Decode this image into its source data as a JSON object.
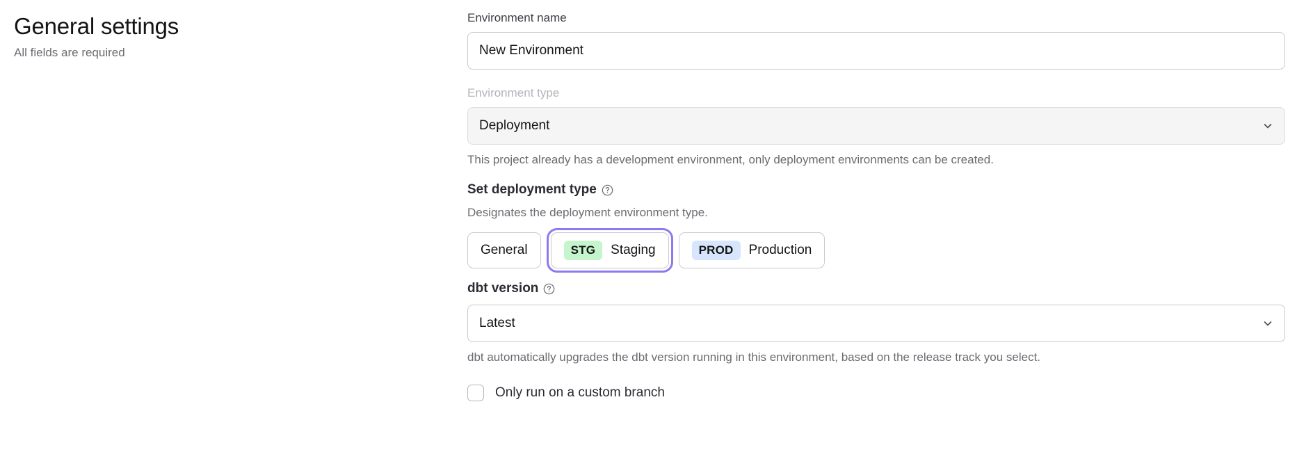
{
  "header": {
    "title": "General settings",
    "subtitle": "All fields are required"
  },
  "form": {
    "environment_name": {
      "label": "Environment name",
      "value": "New Environment",
      "placeholder": "Environment name"
    },
    "environment_type": {
      "label": "Environment type",
      "value": "Deployment",
      "helper": "This project already has a development environment, only deployment environments can be created.",
      "disabled": true,
      "chevron_icon": "chevron-down-icon"
    },
    "deployment_type": {
      "heading": "Set deployment type",
      "help_icon": "question-circle-icon",
      "description": "Designates the deployment environment type.",
      "options": [
        {
          "badge": "",
          "label": "General",
          "selected": false,
          "focused": false
        },
        {
          "badge": "STG",
          "label": "Staging",
          "selected": false,
          "focused": true
        },
        {
          "badge": "PROD",
          "label": "Production",
          "selected": false,
          "focused": false
        }
      ]
    },
    "dbt_version": {
      "label": "dbt version",
      "help_icon": "question-circle-icon",
      "value": "Latest",
      "helper": "dbt automatically upgrades the dbt version running in this environment, based on the release track you select.",
      "chevron_icon": "chevron-down-icon"
    },
    "custom_branch": {
      "label": "Only run on a custom branch",
      "checked": false
    }
  },
  "colors": {
    "focus_ring": "#8b7af0",
    "badge_staging_bg": "#c5f5cd",
    "badge_prod_bg": "#d7e6fd",
    "disabled_field_bg": "#f5f5f6",
    "muted_text": "#6b6b71"
  }
}
